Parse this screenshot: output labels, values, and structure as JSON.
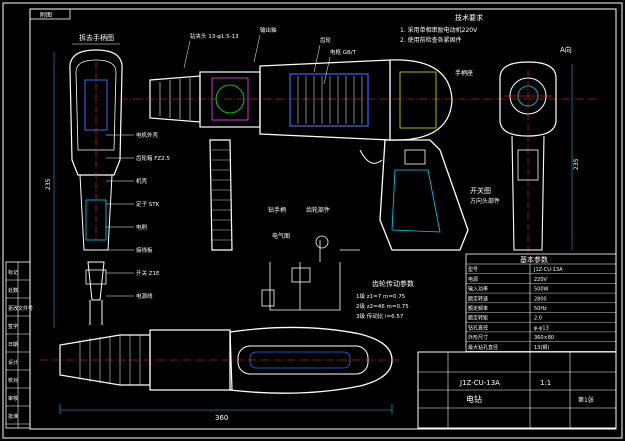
{
  "drawing": {
    "corner_tag": "附图",
    "views": {
      "left_view_title": "拆去手柄图",
      "right_view_title": "A向",
      "front_hand_label": "手柄座",
      "open_label": "开关图",
      "handle_label": "钻手柄",
      "motor_label": "齿轮部件",
      "electric_label": "电气图",
      "direction_label": "方向头部件"
    },
    "tech_requirements": {
      "title": "技术要求",
      "lines": [
        "1. 采用单相串励电动机220V",
        "2. 使用前检查各紧固件"
      ]
    },
    "gear_params_title": "齿轮传动参数",
    "gear_params": [
      "1级 z1=7 m=0.75",
      "2级 z2=46 m=0.75",
      "3级 传动比 i=6.57"
    ],
    "left_callouts": [
      "电机外壳",
      "齿轮箱 FZ2.5",
      "机壳",
      "定子 STK",
      "电刷",
      "接线板",
      "开关 Z1E",
      "电源线"
    ],
    "top_callouts": [
      "钻夹头 13-φ1.5-13",
      "输出轴",
      "齿轮",
      "电枢 GB/T"
    ],
    "dim_total_width": "360",
    "dim_height": "235",
    "spec_table": {
      "title": "基本参数",
      "rows": [
        [
          "型号",
          "J1Z-CU-13A"
        ],
        [
          "电源",
          "220V"
        ],
        [
          "输入功率",
          "500W"
        ],
        [
          "额定转速",
          "2800"
        ],
        [
          "额定频率",
          "50Hz"
        ],
        [
          "额定转矩",
          "2.0"
        ],
        [
          "钻孔直径",
          "φ-φ13"
        ],
        [
          "外形尺寸",
          "360×80"
        ],
        [
          "最大钻孔直径",
          "13(钢)"
        ]
      ]
    },
    "title_block": {
      "drawing_name": "J1Z-CU-13A",
      "part_name": "电钻",
      "scale": "1:1",
      "sheet": "第1张"
    },
    "left_revision_rows": [
      "标记",
      "处数",
      "更改文件号",
      "签字",
      "日期",
      "设计",
      "校对",
      "审核",
      "批准"
    ],
    "colors": {
      "line": "#ffffff",
      "accent_blue": "#2b6cff",
      "accent_cyan": "#00cfff",
      "accent_yellow": "#ffff00",
      "accent_green": "#00ff00",
      "accent_red": "#ff3030",
      "accent_magenta": "#ff40ff",
      "bg": "#000000"
    }
  }
}
